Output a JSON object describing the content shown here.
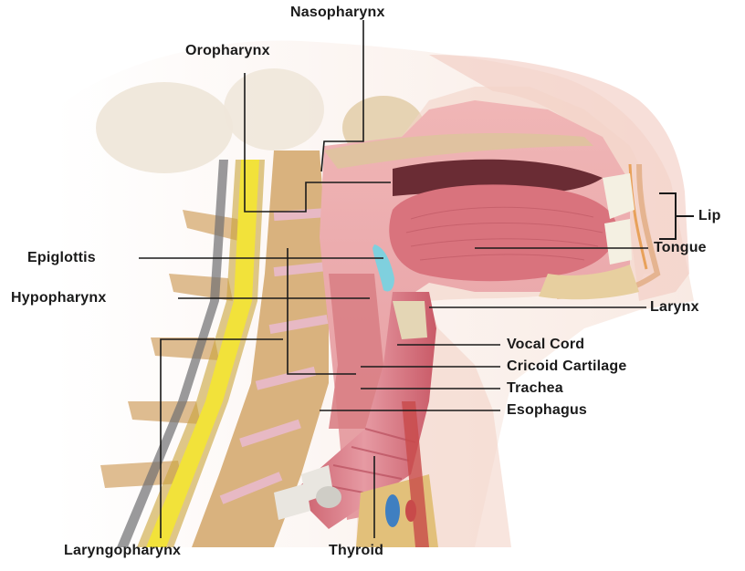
{
  "labels": {
    "nasopharynx": "Nasopharynx",
    "oropharynx": "Oropharynx",
    "lip": "Lip",
    "epiglottis": "Epiglottis",
    "tongue": "Tongue",
    "hypopharynx": "Hypopharynx",
    "larynx": "Larynx",
    "vocal_cord": "Vocal Cord",
    "cricoid_cartilage": "Cricoid Cartilage",
    "trachea": "Trachea",
    "esophagus": "Esophagus",
    "laryngopharynx": "Laryngopharynx",
    "thyroid": "Thyroid"
  },
  "colors": {
    "spinal_cord": "#f2e23a",
    "vertebra": "#d9b27e",
    "disc": "#e7b9c4",
    "tissue": "#e9a5a8",
    "tongue": "#d9737d",
    "mucosa": "#c95a67",
    "epiglottis": "#7fd0de",
    "bone": "#e9d6b2",
    "skin": "#f2d7c8",
    "leader_line": "#1a1a1a"
  }
}
